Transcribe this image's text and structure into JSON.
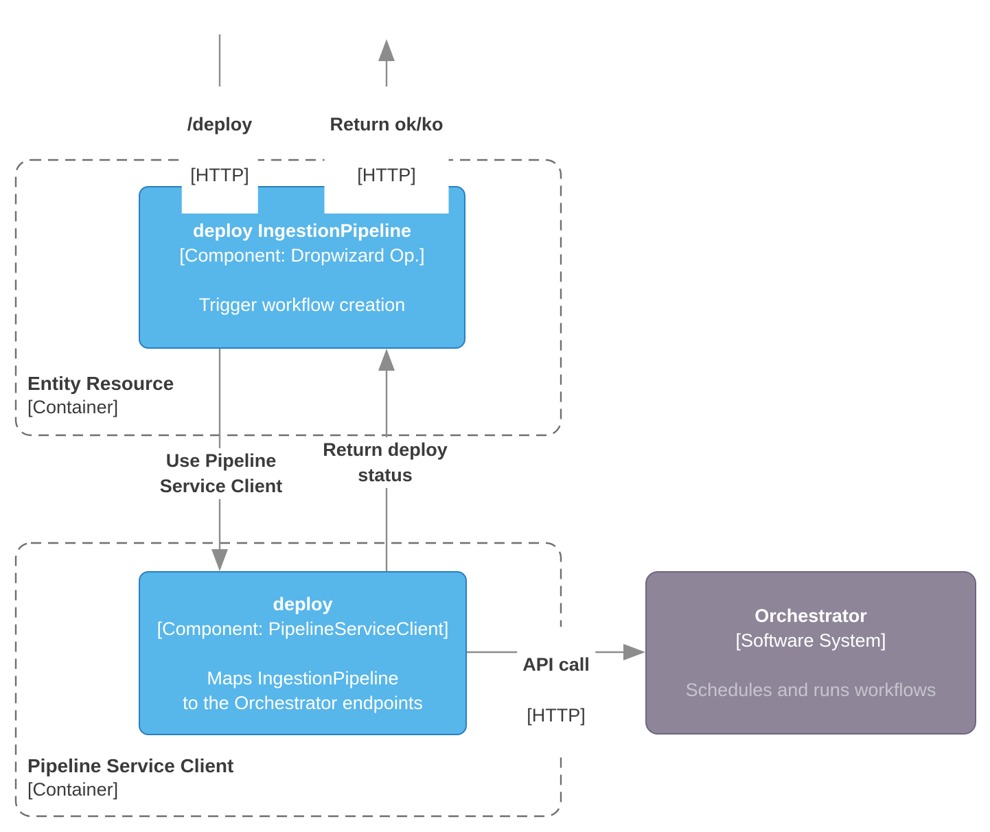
{
  "colors": {
    "component_fill": "#57B6EA",
    "component_border": "#2A7FC1",
    "external_fill": "#8E8599",
    "external_border": "#6D6683",
    "line_gray": "#8C8C8C",
    "dashed_border": "#6F6F6F",
    "label_text": "#3B3B3B",
    "box_text": "#FFFFFF",
    "external_desc_text": "#C7C4CD",
    "background": "#FFFFFF"
  },
  "relationships": {
    "deploy_http": {
      "label": "/deploy",
      "tech": "[HTTP]"
    },
    "return_ok_ko": {
      "label": "Return ok/ko",
      "tech": "[HTTP]"
    },
    "use_pipeline_client": {
      "label": "Use Pipeline\nService Client"
    },
    "return_deploy_status": {
      "label": "Return deploy\nstatus"
    },
    "api_call": {
      "label": "API call",
      "tech": "[HTTP]"
    }
  },
  "containers": {
    "entity_resource": {
      "name": "Entity Resource",
      "type": "[Container]"
    },
    "pipeline_service_client": {
      "name": "Pipeline Service Client",
      "type": "[Container]"
    }
  },
  "components": {
    "deploy_ingestion_pipeline": {
      "name": "deploy IngestionPipeline",
      "type": "[Component: Dropwizard Op.]",
      "description": "Trigger workflow creation"
    },
    "deploy_client": {
      "name": "deploy",
      "type": "[Component: PipelineServiceClient]",
      "description": "Maps IngestionPipeline\nto the Orchestrator endpoints"
    }
  },
  "external_systems": {
    "orchestrator": {
      "name": "Orchestrator",
      "type": "[Software System]",
      "description": "Schedules and runs workflows"
    }
  }
}
